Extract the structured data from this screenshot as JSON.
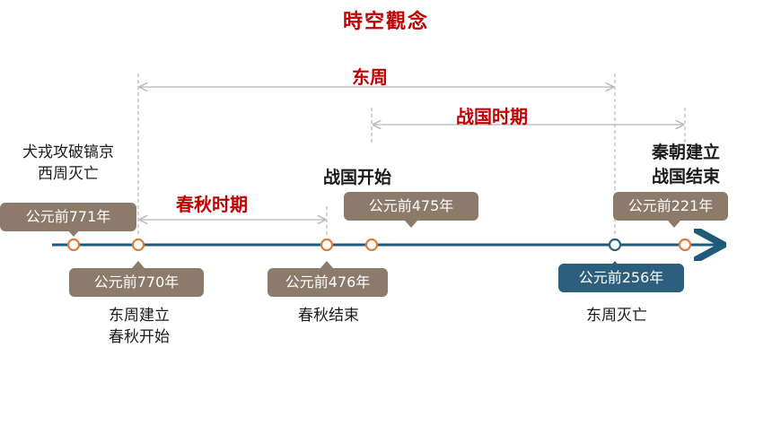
{
  "title": "時空觀念",
  "periods": {
    "dongzhou": "东周",
    "zhanguo": "战国时期",
    "chunqiu": "春秋时期"
  },
  "events": {
    "quanrong": [
      "犬戎攻破镐京",
      "西周灭亡"
    ],
    "zhanguo_start": "战国开始",
    "qin": [
      "秦朝建立",
      "战国结束"
    ],
    "dongzhou_founded": [
      "东周建立",
      "春秋开始"
    ],
    "chunqiu_end": "春秋结束",
    "dongzhou_end": "东周灭亡"
  },
  "dates": {
    "d771": "公元前771年",
    "d770": "公元前770年",
    "d476": "公元前476年",
    "d475": "公元前475年",
    "d256": "公元前256年",
    "d221": "公元前221年"
  },
  "colors": {
    "accent_red": "#c00000",
    "axis_blue": "#1f5a7a",
    "marker_orange": "#e07b39",
    "badge_brown": "#8c7a6b",
    "badge_blue": "#2c5f7d"
  }
}
